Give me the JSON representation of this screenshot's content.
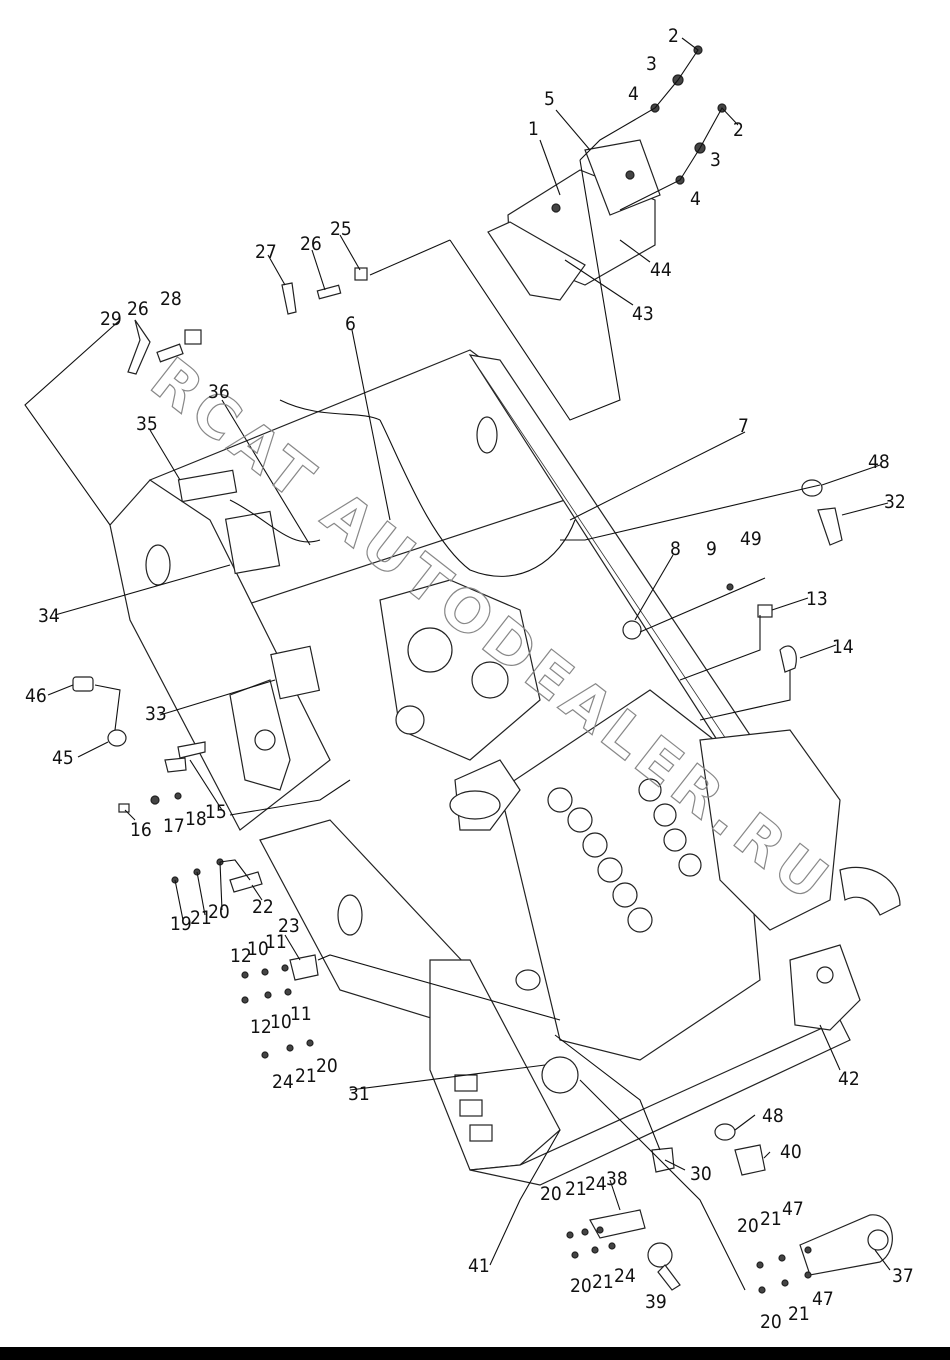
{
  "watermark": "RCAT AUTODEALER.RU",
  "callouts": [
    {
      "id": "2a",
      "text": "2"
    },
    {
      "id": "3a",
      "text": "3"
    },
    {
      "id": "4a",
      "text": "4"
    },
    {
      "id": "5",
      "text": "5"
    },
    {
      "id": "1",
      "text": "1"
    },
    {
      "id": "2b",
      "text": "2"
    },
    {
      "id": "3b",
      "text": "3"
    },
    {
      "id": "4b",
      "text": "4"
    },
    {
      "id": "44",
      "text": "44"
    },
    {
      "id": "43",
      "text": "43"
    },
    {
      "id": "27",
      "text": "27"
    },
    {
      "id": "26a",
      "text": "26"
    },
    {
      "id": "25",
      "text": "25"
    },
    {
      "id": "29",
      "text": "29"
    },
    {
      "id": "26b",
      "text": "26"
    },
    {
      "id": "28",
      "text": "28"
    },
    {
      "id": "6",
      "text": "6"
    },
    {
      "id": "36",
      "text": "36"
    },
    {
      "id": "35",
      "text": "35"
    },
    {
      "id": "7",
      "text": "7"
    },
    {
      "id": "48a",
      "text": "48"
    },
    {
      "id": "32",
      "text": "32"
    },
    {
      "id": "8",
      "text": "8"
    },
    {
      "id": "9",
      "text": "9"
    },
    {
      "id": "49",
      "text": "49"
    },
    {
      "id": "13",
      "text": "13"
    },
    {
      "id": "14",
      "text": "14"
    },
    {
      "id": "34",
      "text": "34"
    },
    {
      "id": "46",
      "text": "46"
    },
    {
      "id": "33",
      "text": "33"
    },
    {
      "id": "45",
      "text": "45"
    },
    {
      "id": "15",
      "text": "15"
    },
    {
      "id": "16",
      "text": "16"
    },
    {
      "id": "17",
      "text": "17"
    },
    {
      "id": "18",
      "text": "18"
    },
    {
      "id": "19",
      "text": "19"
    },
    {
      "id": "21a",
      "text": "21"
    },
    {
      "id": "20a",
      "text": "20"
    },
    {
      "id": "22",
      "text": "22"
    },
    {
      "id": "23",
      "text": "23"
    },
    {
      "id": "12a",
      "text": "12"
    },
    {
      "id": "10a",
      "text": "10"
    },
    {
      "id": "11a",
      "text": "11"
    },
    {
      "id": "12b",
      "text": "12"
    },
    {
      "id": "10b",
      "text": "10"
    },
    {
      "id": "11b",
      "text": "11"
    },
    {
      "id": "24a",
      "text": "24"
    },
    {
      "id": "21b",
      "text": "21"
    },
    {
      "id": "20b",
      "text": "20"
    },
    {
      "id": "31",
      "text": "31"
    },
    {
      "id": "42",
      "text": "42"
    },
    {
      "id": "48b",
      "text": "48"
    },
    {
      "id": "40",
      "text": "40"
    },
    {
      "id": "30",
      "text": "30"
    },
    {
      "id": "20c",
      "text": "20"
    },
    {
      "id": "21c",
      "text": "21"
    },
    {
      "id": "24b",
      "text": "24"
    },
    {
      "id": "38",
      "text": "38"
    },
    {
      "id": "20d",
      "text": "20"
    },
    {
      "id": "21d",
      "text": "21"
    },
    {
      "id": "24c",
      "text": "24"
    },
    {
      "id": "39",
      "text": "39"
    },
    {
      "id": "41",
      "text": "41"
    },
    {
      "id": "20e",
      "text": "20"
    },
    {
      "id": "21e",
      "text": "21"
    },
    {
      "id": "47a",
      "text": "47"
    },
    {
      "id": "37",
      "text": "37"
    },
    {
      "id": "20f",
      "text": "20"
    },
    {
      "id": "21f",
      "text": "21"
    },
    {
      "id": "47b",
      "text": "47"
    }
  ]
}
